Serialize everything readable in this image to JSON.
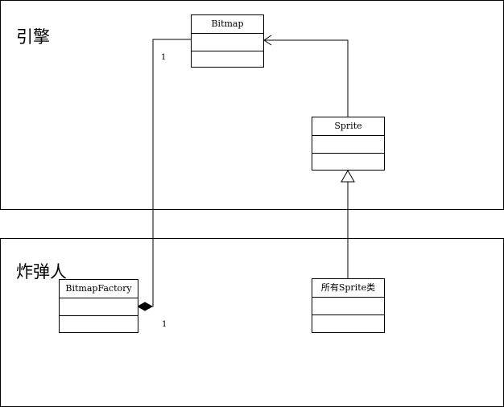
{
  "packages": {
    "engine": {
      "label": "引擎"
    },
    "game": {
      "label": "炸弹人"
    }
  },
  "classes": {
    "bitmap": {
      "name": "Bitmap"
    },
    "sprite": {
      "name": "Sprite"
    },
    "bitmap_factory": {
      "name": "BitmapFactory"
    },
    "all_sprites": {
      "name": "所有Sprite类"
    }
  },
  "relations": {
    "composition": {
      "multiplicity_bitmap_end": "1",
      "multiplicity_factory_end": "1"
    }
  }
}
